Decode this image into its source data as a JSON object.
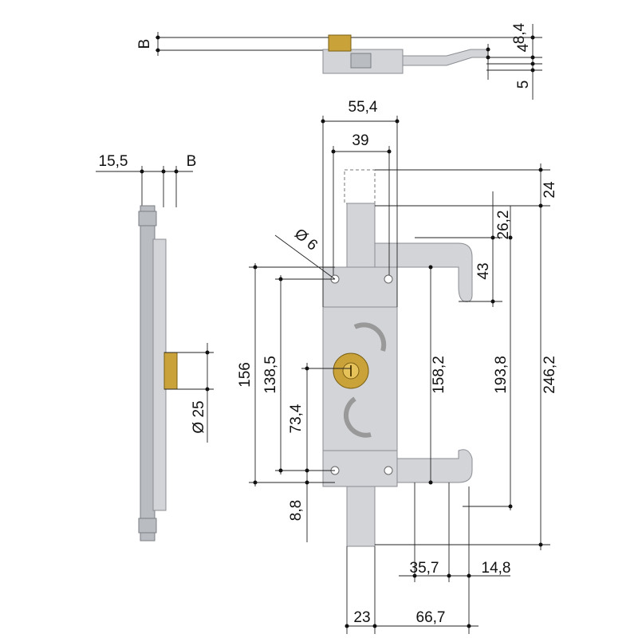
{
  "drawing": {
    "top_view": {
      "label_b": "B",
      "dim_8_4": "8,4",
      "dim_4": "4",
      "dim_5": "5"
    },
    "side_view": {
      "dim_15_5": "15,5",
      "label_b": "B",
      "dim_d25": "Ø 25"
    },
    "front_view": {
      "dim_55_4": "55,4",
      "dim_39": "39",
      "dim_d6": "Ø 6",
      "dim_24": "24",
      "dim_26_2": "26,2",
      "dim_43": "43",
      "dim_156": "156",
      "dim_138_5": "138,5",
      "dim_73_4": "73,4",
      "dim_158_2": "158,2",
      "dim_193_8": "193,8",
      "dim_246_2": "246,2",
      "dim_8_8": "8,8",
      "dim_35_7": "35,7",
      "dim_14_8": "14,8",
      "dim_23": "23",
      "dim_66_7": "66,7"
    }
  }
}
